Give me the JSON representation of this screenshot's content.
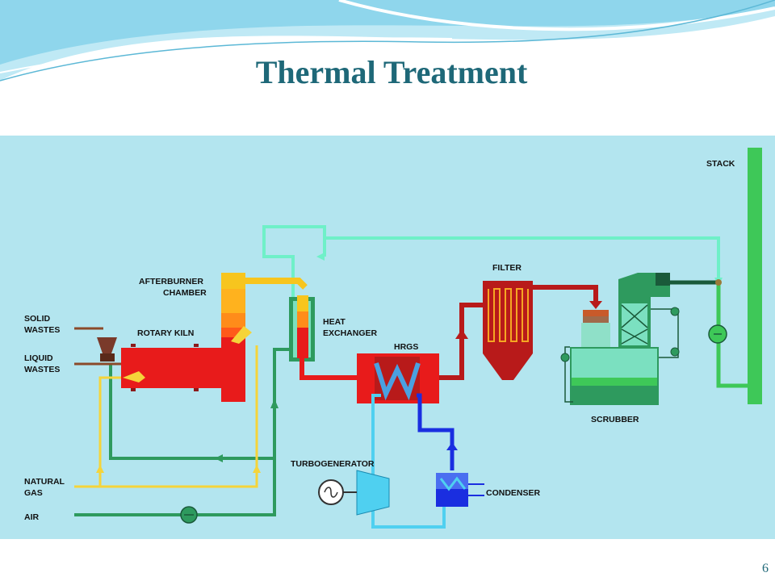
{
  "slide": {
    "title": "Thermal Treatment",
    "page_number": "6"
  },
  "diagram": {
    "labels": {
      "stack": "STACK",
      "afterburner_1": "AFTERBURNER",
      "afterburner_2": "CHAMBER",
      "heat_exchanger_1": "HEAT",
      "heat_exchanger_2": "EXCHANGER",
      "filter": "FILTER",
      "hrgs": "HRGS",
      "solid_wastes_1": "SOLID",
      "solid_wastes_2": "WASTES",
      "rotary_kiln": "ROTARY KILN",
      "liquid_wastes_1": "LIQUID",
      "liquid_wastes_2": "WASTES",
      "scrubber": "SCRUBBER",
      "turbogenerator": "TURBOGENERATOR",
      "condenser": "CONDENSER",
      "natural_gas_1": "NATURAL",
      "natural_gas_2": "GAS",
      "air": "AIR"
    },
    "colors": {
      "background": "#b3e5ef",
      "hot_gas": "#e81b1b",
      "dark_red": "#b81a1a",
      "flame_orange": "#ff8c1a",
      "flame_yellow": "#f7c51e",
      "fuel_yellow": "#f5d43a",
      "air_green": "#2e9a5e",
      "clean_gas_green": "#3ec858",
      "recirculation_cyan": "#6ff0c8",
      "water_blue": "#1a2ee0",
      "steam_cyan": "#4fd0f0",
      "title_teal": "#1e6878"
    }
  }
}
